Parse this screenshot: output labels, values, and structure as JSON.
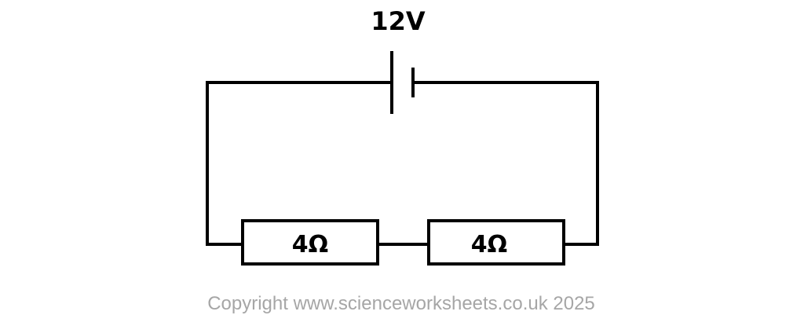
{
  "battery": {
    "voltage_label": "12V"
  },
  "resistors": [
    {
      "label": "4Ω"
    },
    {
      "label": "4Ω"
    }
  ],
  "footer": {
    "copyright": "Copyright www.scienceworksheets.co.uk 2025"
  },
  "colors": {
    "wire": "#000000",
    "copyright_text": "#a6a6a6",
    "background": "#ffffff"
  }
}
